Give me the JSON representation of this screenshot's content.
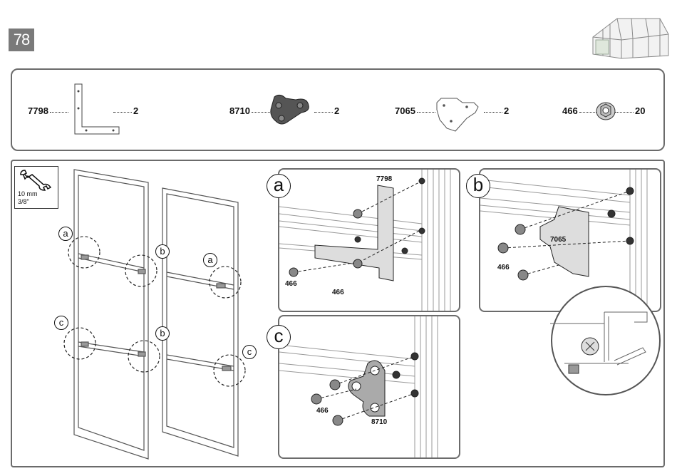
{
  "page": {
    "number": "78"
  },
  "parts": [
    {
      "code": "7798",
      "qty": "2",
      "icon": "l-bracket"
    },
    {
      "code": "8710",
      "qty": "2",
      "icon": "tri-bracket"
    },
    {
      "code": "7065",
      "qty": "2",
      "icon": "corner-plate"
    },
    {
      "code": "466",
      "qty": "20",
      "icon": "flange-nut"
    }
  ],
  "tool": {
    "size_mm": "10 mm",
    "size_in": "3/8\"",
    "icon": "wrench-icon"
  },
  "overview_labels": {
    "a1": "a",
    "b1": "b",
    "b2": "b",
    "a2": "a",
    "c1": "c",
    "c2": "c"
  },
  "details": {
    "a": {
      "label": "a",
      "parts": [
        "7798",
        "466",
        "466"
      ]
    },
    "b": {
      "label": "b",
      "parts": [
        "7065",
        "466"
      ]
    },
    "c": {
      "label": "c",
      "parts": [
        "466",
        "8710"
      ]
    }
  }
}
